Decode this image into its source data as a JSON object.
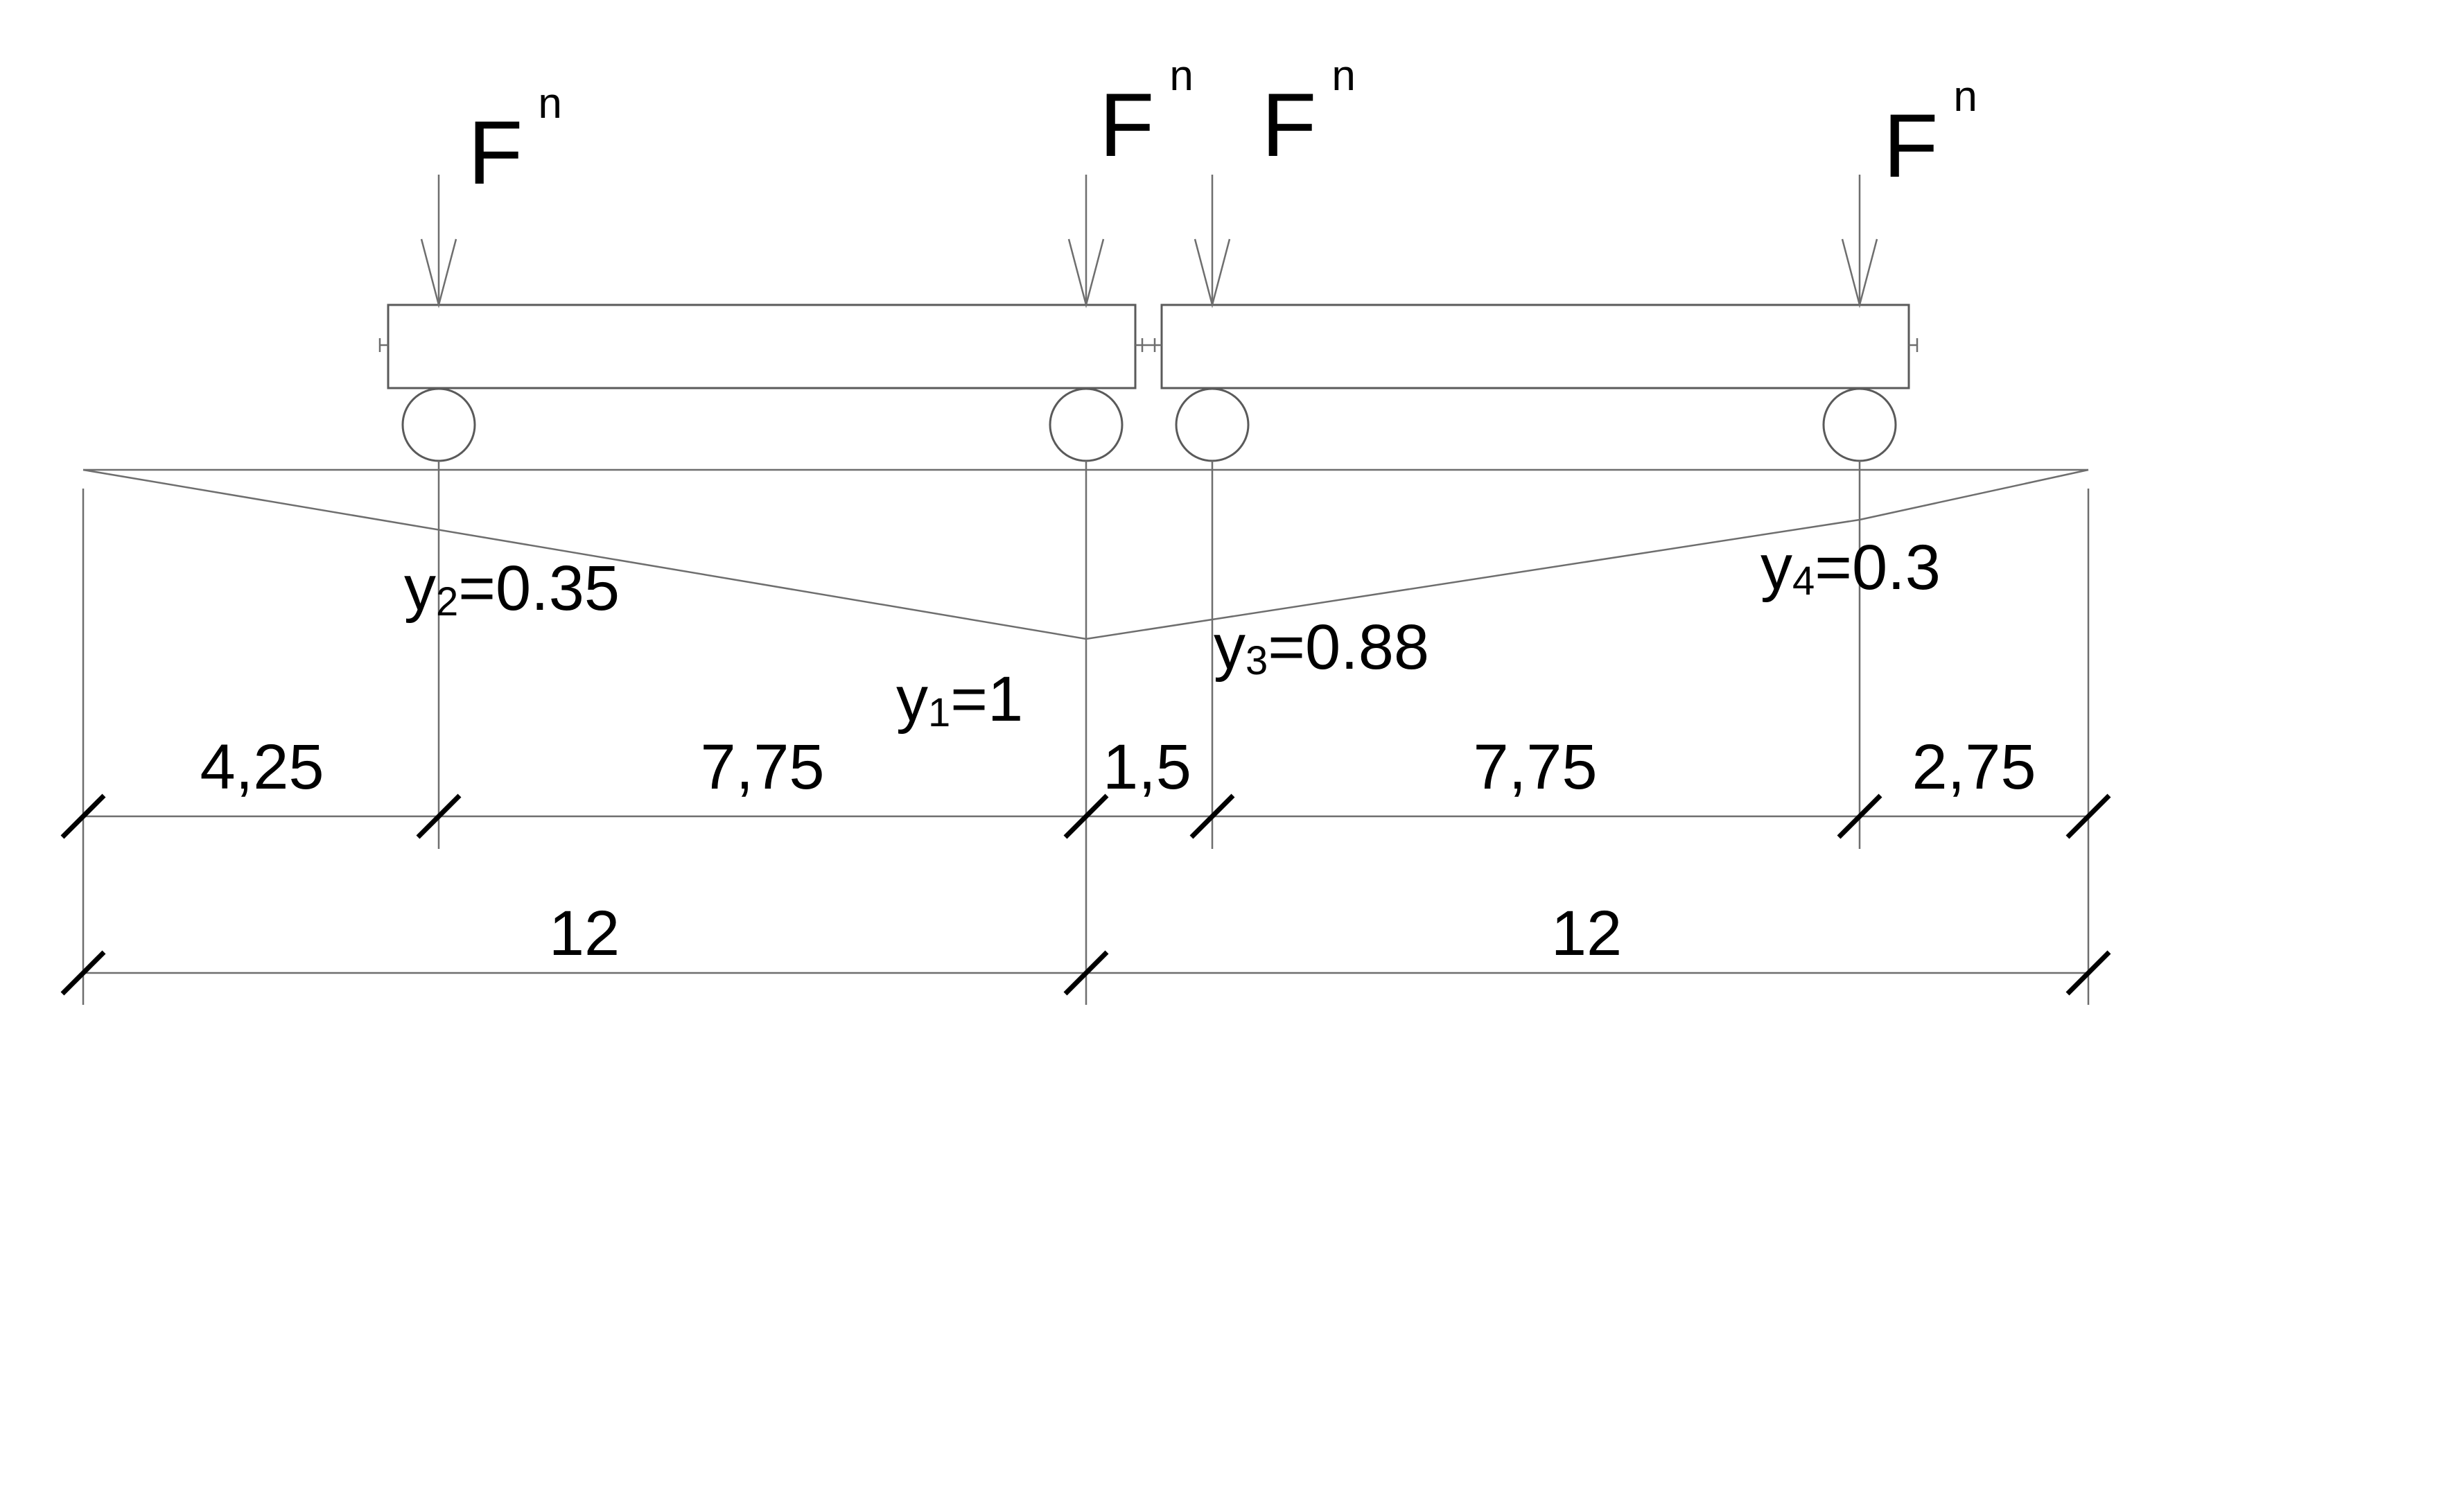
{
  "loads": [
    {
      "base": "F",
      "sup": "n"
    },
    {
      "base": "F",
      "sup": "n"
    },
    {
      "base": "F",
      "sup": "n"
    },
    {
      "base": "F",
      "sup": "n"
    }
  ],
  "ordinates": [
    {
      "base": "y",
      "sub": "2",
      "value": "=0.35"
    },
    {
      "base": "y",
      "sub": "1",
      "value": "=1"
    },
    {
      "base": "y",
      "sub": "3",
      "value": "=0.88"
    },
    {
      "base": "y",
      "sub": "4",
      "value": "=0.3"
    }
  ],
  "dimensions_top": [
    "4,25",
    "7,75",
    "1,5",
    "7,75",
    "2,75"
  ],
  "dimensions_bottom": [
    "12",
    "12"
  ],
  "colors": {
    "line": "#6e6e6e",
    "ticks": "#000000",
    "text": "#000000",
    "background": "#ffffff"
  }
}
